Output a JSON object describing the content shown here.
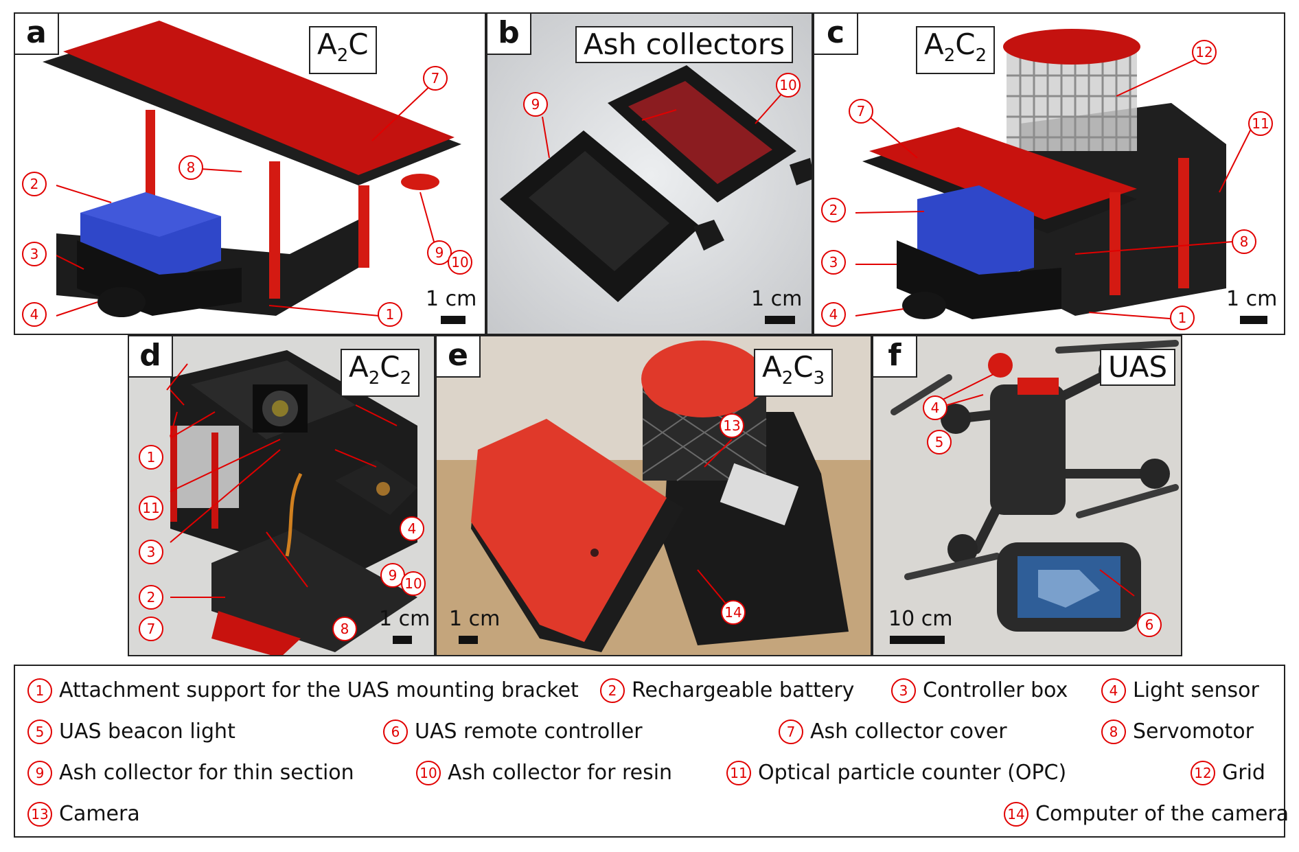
{
  "panels": {
    "a": {
      "label": "a",
      "title_main": "A",
      "title_sub": "2",
      "title_end": "C",
      "scale": "1 cm"
    },
    "b": {
      "label": "b",
      "title": "Ash collectors",
      "scale": "1 cm"
    },
    "c": {
      "label": "c",
      "title_main": "A",
      "title_sub": "2",
      "title_mid": "C",
      "title_sub2": "2",
      "scale": "1 cm"
    },
    "d": {
      "label": "d",
      "title_main": "A",
      "title_sub": "2",
      "title_mid": "C",
      "title_sub2": "2",
      "scale": "1 cm"
    },
    "e": {
      "label": "e",
      "title_main": "A",
      "title_sub": "2",
      "title_mid": "C",
      "title_sub2": "3",
      "scale": "1 cm"
    },
    "f": {
      "label": "f",
      "title": "UAS",
      "scale": "10 cm"
    }
  },
  "callouts": {
    "a": [
      "7",
      "8",
      "2",
      "3",
      "4",
      "9",
      "10",
      "1"
    ],
    "b": [
      "9",
      "10"
    ],
    "c": [
      "12",
      "7",
      "11",
      "2",
      "8",
      "3",
      "4",
      "1"
    ],
    "d": [
      "1",
      "11",
      "4",
      "3",
      "9",
      "10",
      "2",
      "7",
      "8"
    ],
    "e": [
      "13",
      "14"
    ],
    "f": [
      "4",
      "5",
      "6"
    ]
  },
  "legend": [
    {
      "num": "1",
      "text": "Attachment support for the UAS mounting bracket"
    },
    {
      "num": "2",
      "text": "Rechargeable battery"
    },
    {
      "num": "3",
      "text": "Controller box"
    },
    {
      "num": "4",
      "text": "Light sensor"
    },
    {
      "num": "5",
      "text": "UAS beacon light"
    },
    {
      "num": "6",
      "text": "UAS remote controller"
    },
    {
      "num": "7",
      "text": "Ash collector cover"
    },
    {
      "num": "8",
      "text": "Servomotor"
    },
    {
      "num": "9",
      "text": "Ash collector for thin section"
    },
    {
      "num": "10",
      "text": "Ash collector for resin"
    },
    {
      "num": "11",
      "text": "Optical particle counter (OPC)"
    },
    {
      "num": "12",
      "text": "Grid"
    },
    {
      "num": "13",
      "text": "Camera"
    },
    {
      "num": "14",
      "text": "Computer of the camera"
    }
  ],
  "colors": {
    "callout": "#e10000",
    "red_part": "#c8100d",
    "blue_part": "#2f47c9",
    "black_part": "#1e1e1e"
  }
}
